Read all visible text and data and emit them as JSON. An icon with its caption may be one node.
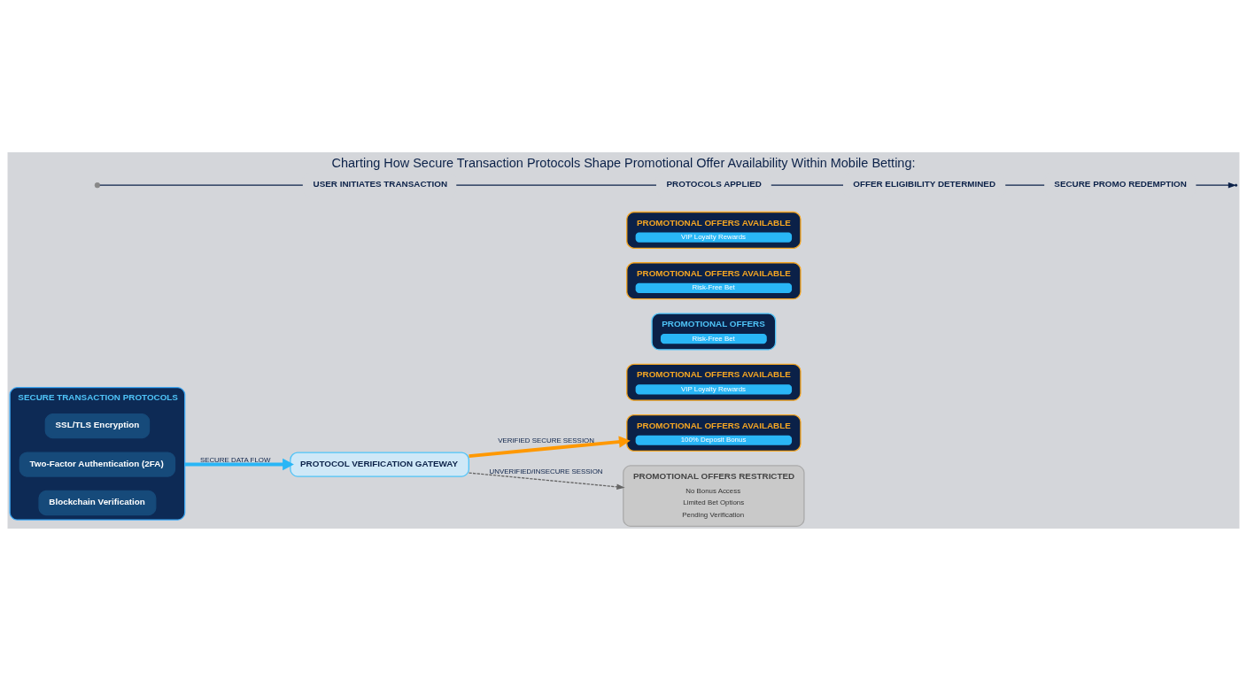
{
  "diagram": {
    "title": "Charting How Secure Transaction Protocols Shape Promotional Offer Availability Within Mobile Betting:",
    "nodes": [
      {
        "text": [
          "SECURE TRANSACTION PROTOCOLS"
        ]
      },
      {
        "text": [
          "SSL/TLS Encryption"
        ],
        "in": 0
      },
      {
        "text": [
          "Two-Factor Authentication (2FA)"
        ],
        "in": 0
      },
      {
        "text": [
          "Blockchain Verification"
        ],
        "in": 0
      },
      {
        "text": [
          "PROTOCOL VERIFICATION GATEWAY"
        ]
      },
      {
        "text": [
          "PROMOTIONAL OFFERS AVAILABLE",
          "100% Deposit Bonus"
        ]
      },
      {
        "text": [
          "PROMOTIONAL OFFERS AVAILABLE",
          "VIP Loyalty Rewards"
        ]
      },
      {
        "text": [
          "PROMOTIONAL OFFERS",
          "Risk-Free Bet"
        ]
      },
      {
        "text": [
          "PROMOTIONAL OFFERS AVAILABLE",
          "Risk-Free Bet"
        ]
      },
      {
        "text": [
          "PROMOTIONAL OFFERS AVAILABLE",
          "VIP Loyalty Rewards"
        ]
      },
      {
        "text": [
          "PROMOTIONAL OFFERS RESTRICTED",
          "No Bonus Access",
          "Limited Bet Options",
          "Pending Verification"
        ]
      },
      {
        "text": [
          "USER INITIATES TRANSACTION"
        ]
      },
      {
        "text": [
          "PROTOCOLS APPLIED"
        ]
      },
      {
        "text": [
          "OFFER ELIGIBILITY DETERMINED"
        ]
      },
      {
        "text": [
          "SECURE PROMO REDEMPTION"
        ]
      }
    ],
    "edges": [
      {
        "from": 0,
        "to": 4,
        "arrow": "to",
        "label": "SECURE DATA FLOW",
        "style": "thick",
        "color": "#29b6f6"
      },
      {
        "from": 4,
        "to": 5,
        "arrow": "to",
        "label": "VERIFIED SECURE SESSION",
        "style": "thick",
        "color": "#ff9800"
      },
      {
        "from": 4,
        "to": 10,
        "arrow": "to",
        "label": "UNVERIFIED/INSECURE SESSION",
        "style": "dashed",
        "color": "#666666"
      },
      {
        "from": null,
        "to": 11,
        "arrow": "none"
      },
      {
        "from": 11,
        "to": 12,
        "arrow": "none"
      },
      {
        "from": 12,
        "to": 13,
        "arrow": "none"
      },
      {
        "from": 13,
        "to": 14,
        "arrow": "none"
      },
      {
        "from": 14,
        "to": null,
        "arrow": "to"
      }
    ]
  }
}
